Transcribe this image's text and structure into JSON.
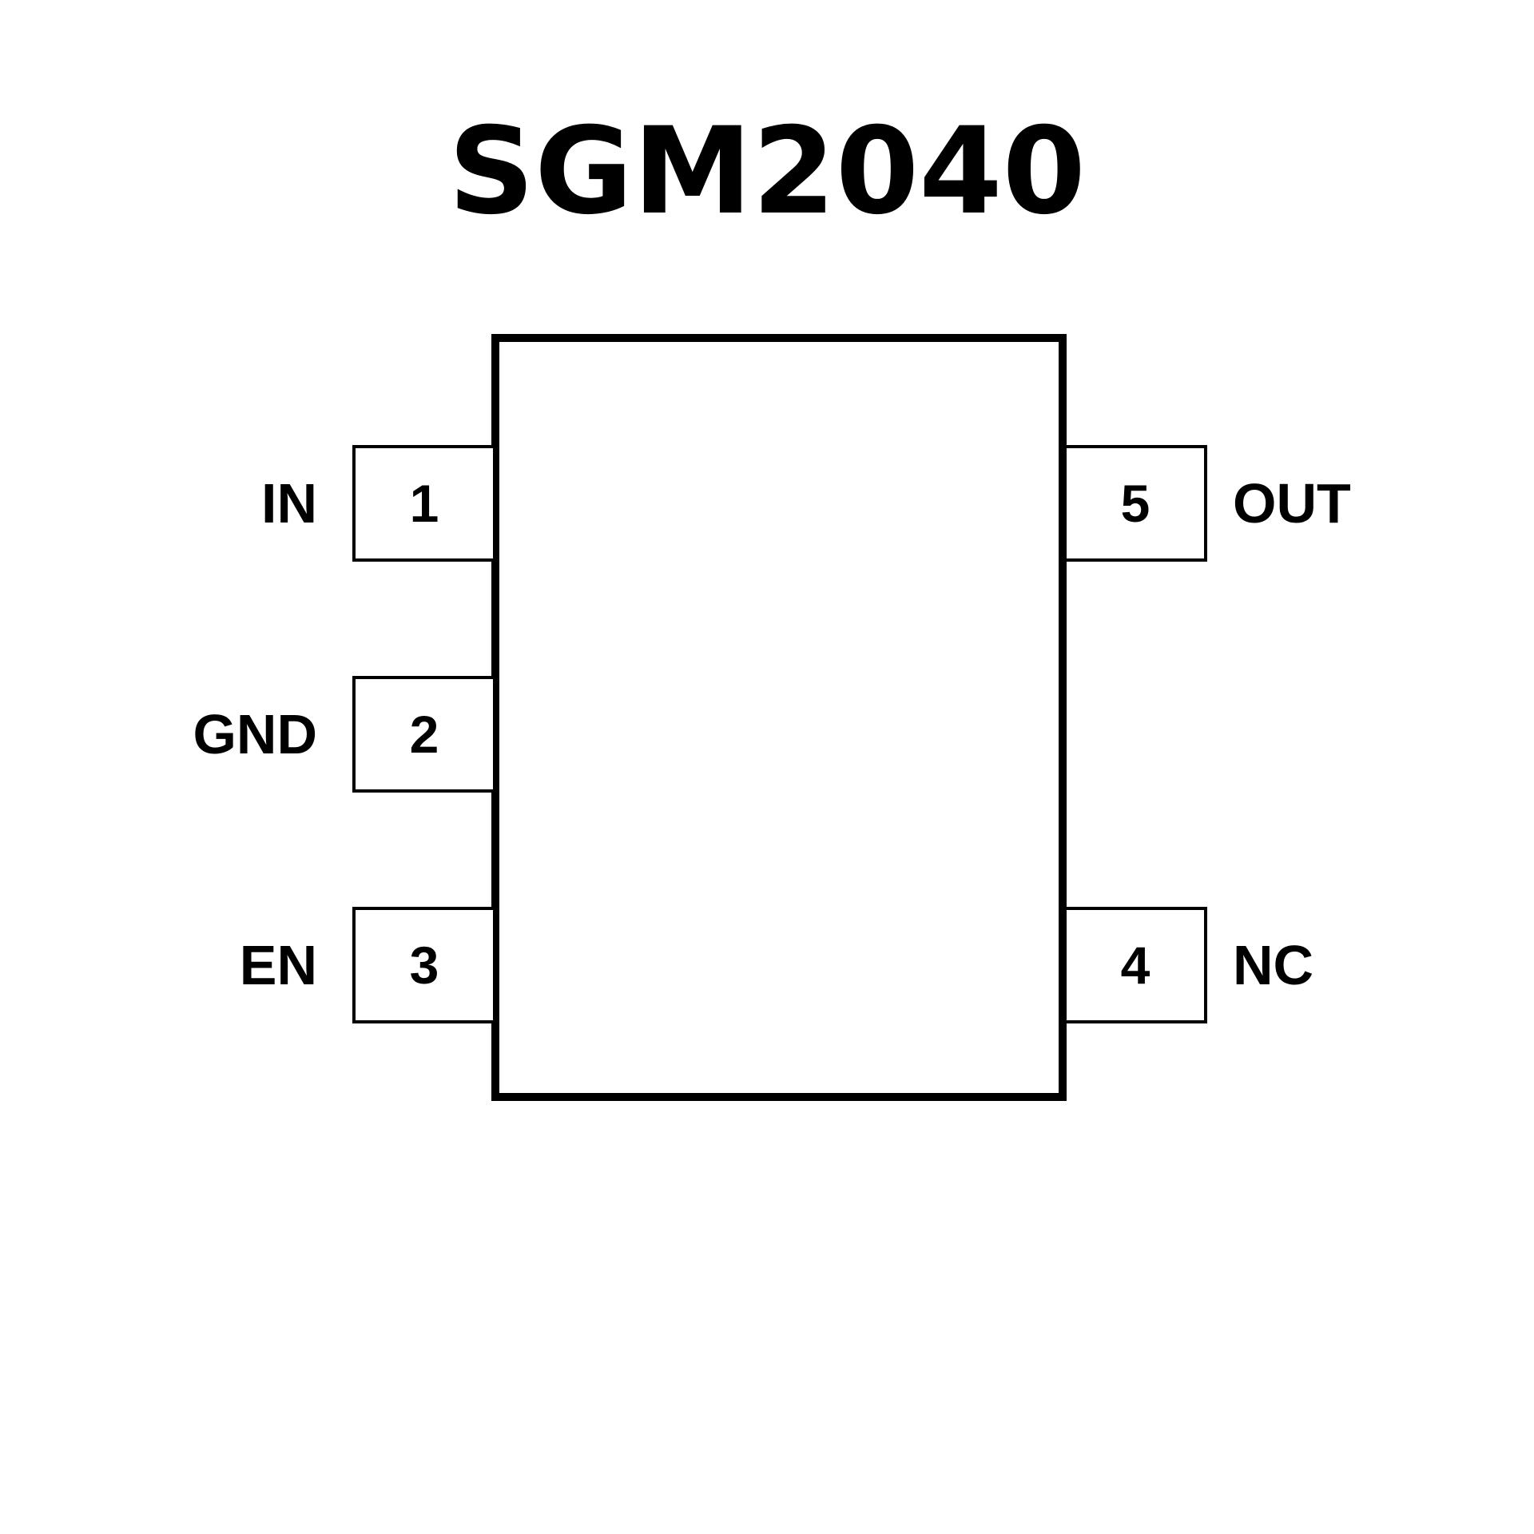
{
  "title": "SGM2040",
  "pins": [
    {
      "number": "1",
      "name": "IN"
    },
    {
      "number": "2",
      "name": "GND"
    },
    {
      "number": "3",
      "name": "EN"
    },
    {
      "number": "4",
      "name": "NC"
    },
    {
      "number": "5",
      "name": "OUT"
    }
  ]
}
